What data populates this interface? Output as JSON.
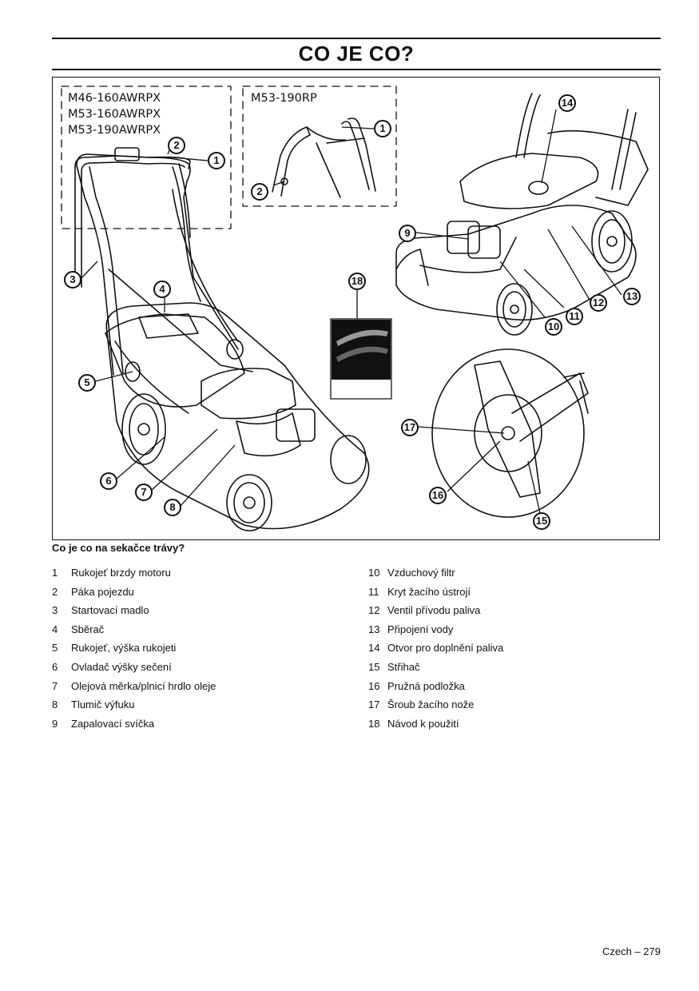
{
  "page": {
    "title": "CO JE CO?",
    "footer": "Czech – 279"
  },
  "figure": {
    "models_left": [
      "M46-160AWRPX",
      "M53-160AWRPX",
      "M53-190AWRPX"
    ],
    "models_right": "M53-190RP",
    "callouts": [
      "1",
      "2",
      "1",
      "2",
      "3",
      "4",
      "5",
      "6",
      "7",
      "8",
      "9",
      "10",
      "11",
      "12",
      "13",
      "14",
      "15",
      "16",
      "17",
      "18"
    ]
  },
  "caption": "Co je co na sekačce trávy?",
  "parts_left": [
    {
      "num": "1",
      "label": "Rukojeť brzdy motoru"
    },
    {
      "num": "2",
      "label": "Páka pojezdu"
    },
    {
      "num": "3",
      "label": "Startovací madlo"
    },
    {
      "num": "4",
      "label": "Sběrač"
    },
    {
      "num": "5",
      "label": "Rukojeť, výška rukojeti"
    },
    {
      "num": "6",
      "label": "Ovladač výšky sečení"
    },
    {
      "num": "7",
      "label": "Olejová měrka/plnicí hrdlo oleje"
    },
    {
      "num": "8",
      "label": "Tlumič výfuku"
    },
    {
      "num": "9",
      "label": "Zapalovací svíčka"
    }
  ],
  "parts_right": [
    {
      "num": "10",
      "label": "Vzduchový filtr"
    },
    {
      "num": "11",
      "label": "Kryt žacího ústrojí"
    },
    {
      "num": "12",
      "label": "Ventil přívodu paliva"
    },
    {
      "num": "13",
      "label": "Připojení vody"
    },
    {
      "num": "14",
      "label": "Otvor pro doplnění paliva"
    },
    {
      "num": "15",
      "label": "Střihač"
    },
    {
      "num": "16",
      "label": "Pružná podložka"
    },
    {
      "num": "17",
      "label": "Šroub žacího nože"
    },
    {
      "num": "18",
      "label": "Návod k použití"
    }
  ]
}
